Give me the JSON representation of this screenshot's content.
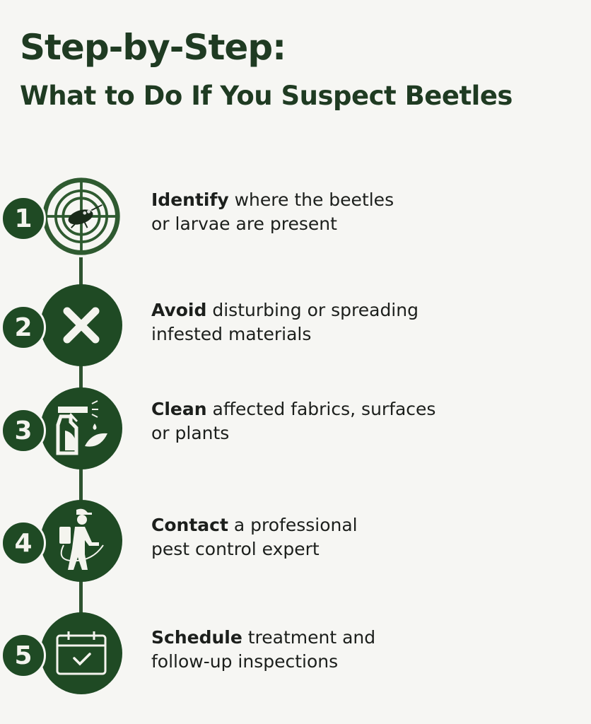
{
  "title": "Step-by-Step:",
  "subtitle": "What to Do If You Suspect Beetles",
  "colors": {
    "primary": "#1f4a24",
    "background": "#f6f6f3",
    "title": "#1f3b22"
  },
  "steps": [
    {
      "number": "1",
      "keyword": "Identify",
      "rest_line1": " where the beetles",
      "line2": "or larvae are present",
      "icon": "target-beetle-icon"
    },
    {
      "number": "2",
      "keyword": "Avoid",
      "rest_line1": " disturbing or spreading",
      "line2": "infested materials",
      "icon": "x-icon"
    },
    {
      "number": "3",
      "keyword": "Clean",
      "rest_line1": " affected fabrics, surfaces",
      "line2": "or plants",
      "icon": "spray-bottle-icon"
    },
    {
      "number": "4",
      "keyword": "Contact",
      "rest_line1": " a professional",
      "line2": "pest control expert",
      "icon": "exterminator-icon"
    },
    {
      "number": "5",
      "keyword": "Schedule",
      "rest_line1": " treatment and",
      "line2": "follow-up inspections",
      "icon": "calendar-check-icon"
    }
  ]
}
